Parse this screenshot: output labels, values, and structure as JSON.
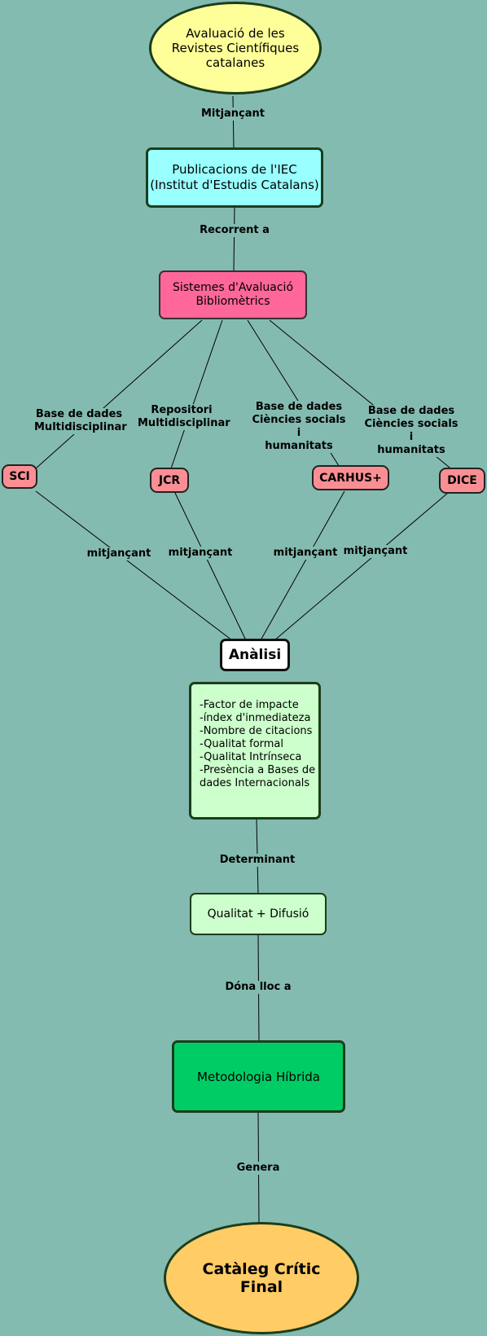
{
  "nodes": {
    "top": "Avaluació de les\nRevistes Científiques\ncatalanes",
    "iec": "Publicacions de l'IEC\n(Institut d'Estudis Catalans)",
    "sistemes": "Sistemes d'Avaluació\nBibliomètrics",
    "sci": "SCI",
    "jcr": "JCR",
    "carhus": "CARHUS+",
    "dice": "DICE",
    "analisi": "Anàlisi",
    "factors": "-Factor de impacte\n-índex d'inmediateza\n-Nombre de citacions\n-Qualitat formal\n-Qualitat Intrínseca\n-Presència a Bases de\n dades Internacionals",
    "qualitat": "Qualitat + Difusió",
    "metodologia": "Metodologia Híbrida",
    "cataleg": "Catàleg Crític\nFinal"
  },
  "links": {
    "mitjancant_top": "Mitjançant",
    "recorrent": "Recorrent a",
    "base_multi": "Base de dades\nMultidisciplinar",
    "repositori": "Repositori\nMultidisciplinar",
    "base_socials_1": "Base de dades\nCiències socials i\nhumanitats",
    "base_socials_2": "Base de dades\nCiències socials i\nhumanitats",
    "mitjancant_1": "mitjançant",
    "mitjancant_2": "mitjançant",
    "mitjancant_3": "mitjançant",
    "mitjancant_4": "mitjançant",
    "determinant": "Determinant",
    "dona_lloc": "Dóna lloc a",
    "genera": "Genera"
  },
  "colors": {
    "background": "#84bbb0",
    "top_node": "#ffff99",
    "iec_node": "#99ffff",
    "sistemes_node": "#ff6699",
    "database_nodes": "#f98f94",
    "analisi_node": "#ffffff",
    "factors_node": "#ccffcc",
    "metodologia_node": "#00cc66",
    "cataleg_node": "#ffcc66"
  }
}
